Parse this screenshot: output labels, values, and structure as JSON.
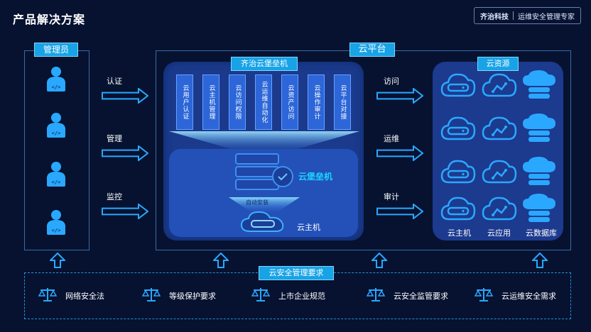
{
  "header": {
    "title": "产品解决方案",
    "brand_logo": "齐治科技",
    "brand_tagline": "运维安全管理专家"
  },
  "admin": {
    "label": "管理员"
  },
  "flows_left": [
    {
      "label": "认证"
    },
    {
      "label": "管理"
    },
    {
      "label": "监控"
    }
  ],
  "cloud_platform": {
    "label": "云平台"
  },
  "bastion": {
    "label": "齐治云堡垒机",
    "functions": [
      "云用户认证",
      "云主机管理",
      "云访问权限",
      "云运维自动化",
      "云资产访问",
      "云操作审计",
      "云平台对接"
    ],
    "product_name": "云堡垒机",
    "auto_deploy": "自动安装",
    "host_label": "云主机"
  },
  "flows_right": [
    {
      "label": "访问"
    },
    {
      "label": "运维"
    },
    {
      "label": "审计"
    }
  ],
  "resources": {
    "label": "云资源",
    "columns": [
      "云主机",
      "云应用",
      "云数据库"
    ]
  },
  "requirements": {
    "label": "云安全管理要求",
    "items": [
      "网络安全法",
      "等级保护要求",
      "上市企业规范",
      "云安全监管要求",
      "云运维安全需求"
    ]
  },
  "colors": {
    "background": "#061230",
    "accent": "#17a3e6",
    "panel": "#1b3a8c",
    "icon_blue": "#2aa8ff"
  }
}
